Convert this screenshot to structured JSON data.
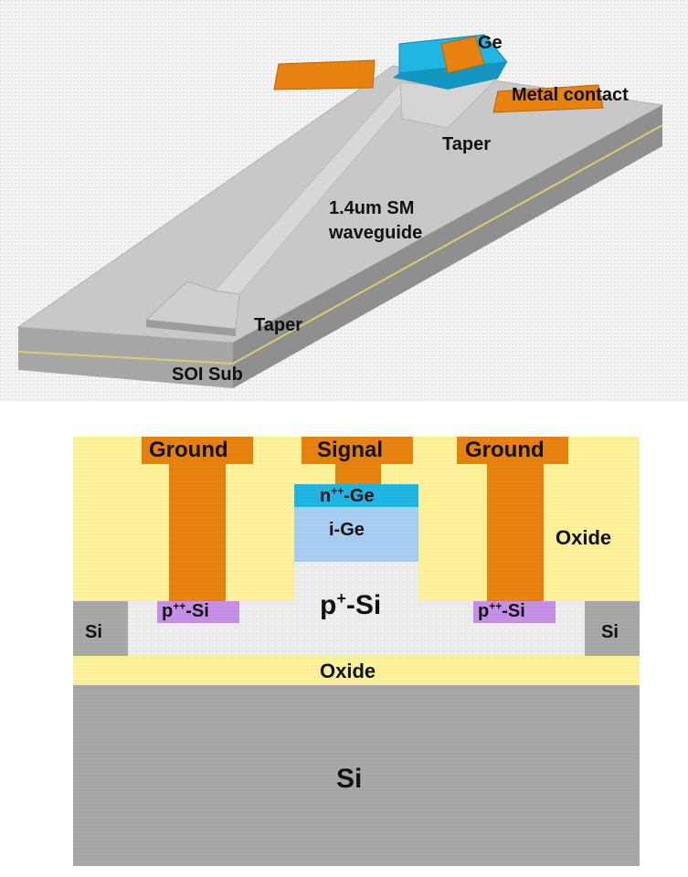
{
  "device_3d": {
    "labels": {
      "ge": "Ge",
      "metal_contact": "Metal contact",
      "taper_top": "Taper",
      "waveguide_line1": "1.4um SM",
      "waveguide_line2": "waveguide",
      "taper_bottom": "Taper",
      "soi_sub": "SOI Sub"
    }
  },
  "cross_section": {
    "labels": {
      "ground_left": "Ground",
      "signal": "Signal",
      "ground_right": "Ground",
      "n_ge_base": "n",
      "n_ge_sup": "++",
      "n_ge_suffix": "-Ge",
      "i_ge": "i-Ge",
      "oxide_top": "Oxide",
      "p_si_base": "p",
      "p_si_sup": "+",
      "p_si_suffix": "-Si",
      "ppsi_left_base": "p",
      "ppsi_left_sup": "++",
      "ppsi_left_suffix": "-Si",
      "ppsi_right_base": "p",
      "ppsi_right_sup": "++",
      "ppsi_right_suffix": "-Si",
      "si_left": "Si",
      "si_right": "Si",
      "oxide_bottom": "Oxide",
      "si_substrate": "Si"
    }
  },
  "colors": {
    "metal": "#e8820e",
    "n_ge": "#1fb6e3",
    "i_ge": "#a8cdf2",
    "oxide": "#fdf29a",
    "p_si": "#ededed",
    "pp_si": "#c690e8",
    "si": "#a8a8a8",
    "slab_top": "#c9c9c9",
    "slab_side": "#9e9e9e"
  }
}
